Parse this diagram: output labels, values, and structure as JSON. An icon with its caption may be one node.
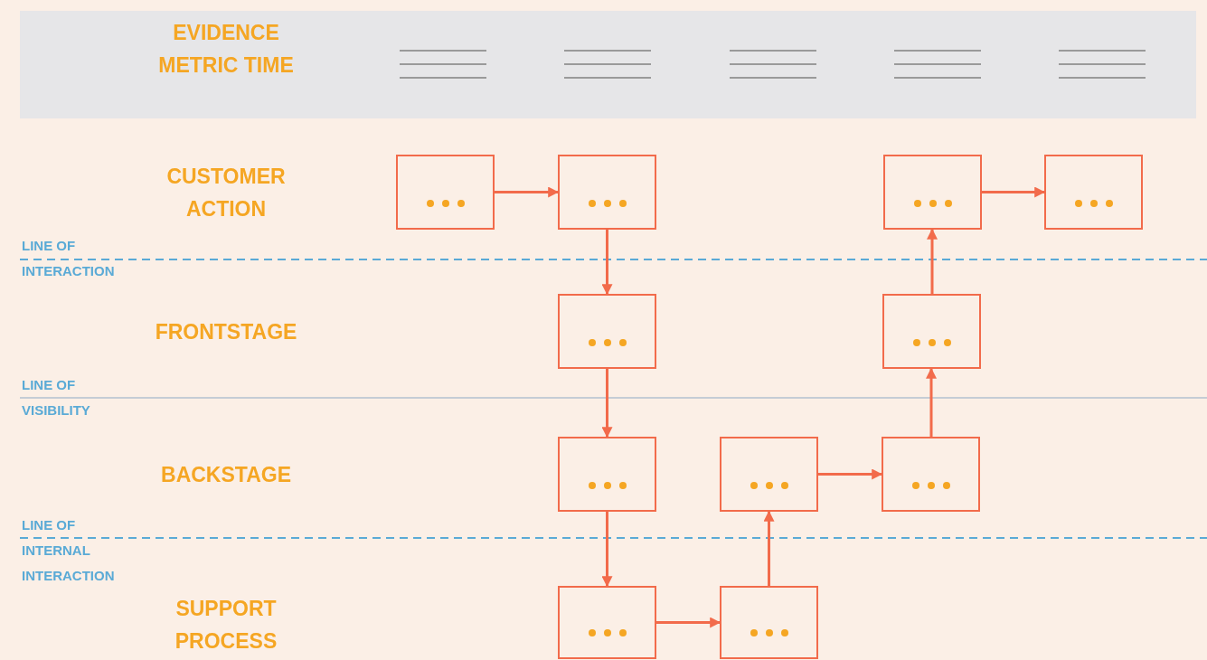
{
  "diagram": {
    "nodes": [
      {
        "text": [],
        "shape": "box"
      },
      {
        "text": [],
        "shape": "box"
      },
      {
        "text": [],
        "shape": "box"
      },
      {
        "text": [],
        "shape": "box"
      },
      {
        "text": [],
        "shape": "box"
      },
      {
        "text": [],
        "shape": "box"
      },
      {
        "text": [],
        "shape": "box"
      },
      {
        "text": [],
        "shape": "box"
      },
      {
        "text": [],
        "shape": "box"
      },
      {
        "text": [],
        "shape": "box"
      },
      {
        "text": [],
        "shape": "box"
      }
    ],
    "edges": [
      {
        "from": 0,
        "to": 1,
        "arrow": "to"
      },
      {
        "from": 2,
        "to": 3,
        "arrow": "to"
      },
      {
        "from": 1,
        "to": 4,
        "arrow": "to"
      },
      {
        "from": 4,
        "to": 6,
        "arrow": "to"
      },
      {
        "from": 6,
        "to": 9,
        "arrow": "to"
      },
      {
        "from": 9,
        "to": 10,
        "arrow": "to"
      },
      {
        "from": 10,
        "to": 7,
        "arrow": "to"
      },
      {
        "from": 7,
        "to": 8,
        "arrow": "to"
      },
      {
        "from": 8,
        "to": 5,
        "arrow": "to"
      },
      {
        "from": 5,
        "to": 2,
        "arrow": "to"
      }
    ],
    "labels": [
      "EVIDENCE METRIC TIME",
      "CUSTOMER ACTION",
      "LINE OF INTERACTION",
      "FRONTSTAGE",
      "LINE OF VISIBILITY",
      "BACKSTAGE",
      "LINE OF INTERNAL INTERACTION",
      "SUPPORT PROCESS"
    ]
  }
}
